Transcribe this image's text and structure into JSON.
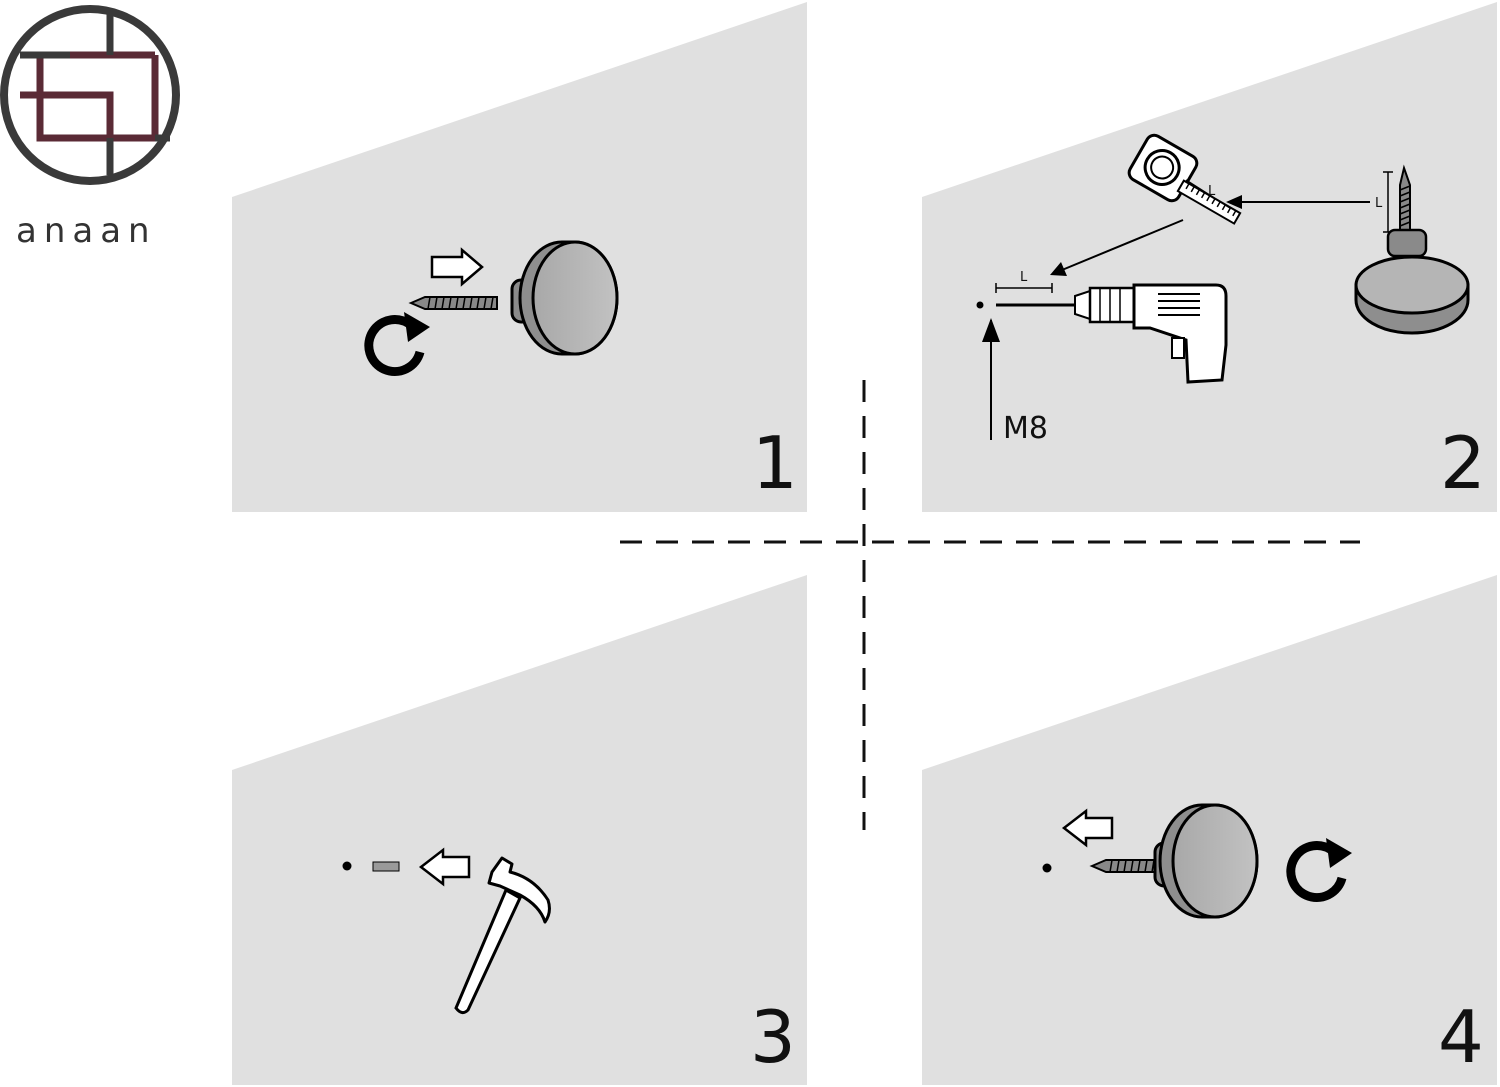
{
  "brand": {
    "name": "anaan",
    "logo_ring_color": "#3a3a3a",
    "logo_accent_color": "#5a2a35"
  },
  "colors": {
    "panel": "#e0e0e0",
    "knob": "#b5b5b5",
    "knob_dark": "#8a8a8a",
    "line": "#000000"
  },
  "steps": [
    {
      "number": "1",
      "icons": [
        "push-arrow-icon",
        "screw-icon",
        "rotate-icon",
        "knob-icon"
      ]
    },
    {
      "number": "2",
      "icons": [
        "tape-measure-icon",
        "drill-icon",
        "screw-knob-icon"
      ],
      "measure_label": "L",
      "drill_bit_label": "M8"
    },
    {
      "number": "3",
      "icons": [
        "anchor-plug-icon",
        "push-arrow-icon",
        "hammer-icon"
      ]
    },
    {
      "number": "4",
      "icons": [
        "push-arrow-icon",
        "screw-knob-icon",
        "rotate-icon"
      ]
    }
  ]
}
